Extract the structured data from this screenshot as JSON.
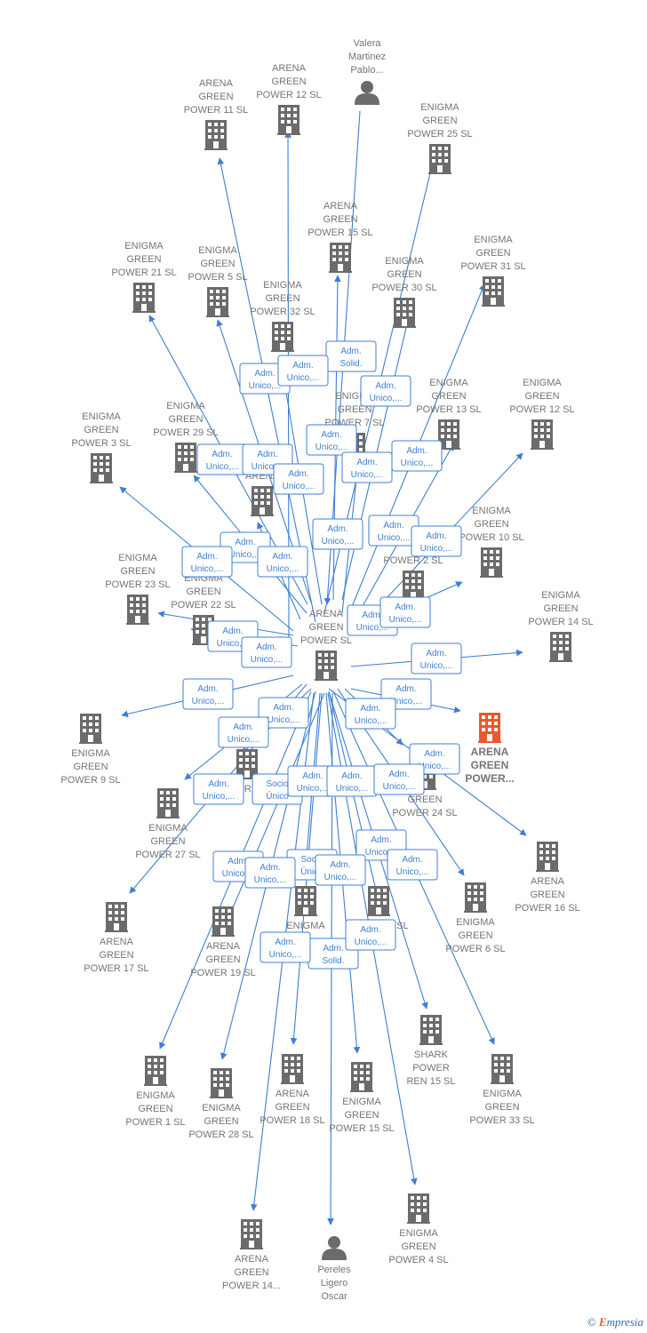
{
  "colors": {
    "edge": "#3d7fd9",
    "node": "#6b6b6b",
    "highlight": "#f0562b",
    "label": "#757575"
  },
  "center": {
    "id": "center",
    "label": [
      "ARENA",
      "GREEN",
      "POWER  SL"
    ],
    "icon": "building-icon"
  },
  "nodes": [
    {
      "id": "valera",
      "type": "person",
      "label": [
        "Valera",
        "Martinez",
        "Pablo..."
      ]
    },
    {
      "id": "agp12",
      "type": "company",
      "label": [
        "ARENA",
        "GREEN",
        "POWER 12  SL"
      ]
    },
    {
      "id": "agp11",
      "type": "company",
      "label": [
        "ARENA",
        "GREEN",
        "POWER 11  SL"
      ]
    },
    {
      "id": "egp25",
      "type": "company",
      "label": [
        "ENIGMA",
        "GREEN",
        "POWER 25  SL"
      ]
    },
    {
      "id": "agp15",
      "type": "company",
      "label": [
        "ARENA",
        "GREEN",
        "POWER 15  SL"
      ]
    },
    {
      "id": "egp21",
      "type": "company",
      "label": [
        "ENIGMA",
        "GREEN",
        "POWER 21  SL"
      ]
    },
    {
      "id": "egp5",
      "type": "company",
      "label": [
        "ENIGMA",
        "GREEN",
        "POWER 5  SL"
      ]
    },
    {
      "id": "egp32",
      "type": "company",
      "label": [
        "ENIGMA",
        "GREEN",
        "POWER 32  SL"
      ]
    },
    {
      "id": "egp30",
      "type": "company",
      "label": [
        "ENIGMA",
        "GREEN",
        "POWER 30  SL"
      ]
    },
    {
      "id": "egp31",
      "type": "company",
      "label": [
        "ENIGMA",
        "GREEN",
        "POWER 31  SL"
      ]
    },
    {
      "id": "egp7",
      "type": "company",
      "label": [
        "ENIGMA",
        "GREEN",
        "POWER 7  SL"
      ]
    },
    {
      "id": "egp13",
      "type": "company",
      "label": [
        "ENIGMA",
        "GREEN",
        "POWER 13  SL"
      ]
    },
    {
      "id": "egp12",
      "type": "company",
      "label": [
        "ENIGMA",
        "GREEN",
        "POWER 12  SL"
      ]
    },
    {
      "id": "egp29",
      "type": "company",
      "label": [
        "ENIGMA",
        "GREEN",
        "POWER 29  SL"
      ]
    },
    {
      "id": "egp3",
      "type": "company",
      "label": [
        "ENIGMA",
        "GREEN",
        "POWER 3  SL"
      ]
    },
    {
      "id": "arena_x",
      "type": "company",
      "label": [
        "ARENA"
      ]
    },
    {
      "id": "egp10",
      "type": "company",
      "label": [
        "ENIGMA",
        "GREEN",
        "POWER 10  SL"
      ]
    },
    {
      "id": "egp2",
      "type": "company",
      "label": [
        "POWER 2  SL"
      ]
    },
    {
      "id": "egp23",
      "type": "company",
      "label": [
        "ENIGMA",
        "GREEN",
        "POWER 23  SL"
      ]
    },
    {
      "id": "egp22",
      "type": "company",
      "label": [
        "ENIGMA",
        "GREEN",
        "POWER 22  SL"
      ]
    },
    {
      "id": "egp14",
      "type": "company",
      "label": [
        "ENIGMA",
        "GREEN",
        "POWER 14  SL"
      ]
    },
    {
      "id": "egp9",
      "type": "company",
      "label": [
        "ENIGMA",
        "GREEN",
        "POWER 9  SL"
      ]
    },
    {
      "id": "agp_hl",
      "type": "company",
      "highlight": true,
      "label": [
        "ARENA",
        "GREEN",
        "POWER..."
      ]
    },
    {
      "id": "egp26",
      "type": "company",
      "label": [
        "POWER 26  SL"
      ]
    },
    {
      "id": "egp24",
      "type": "company",
      "label": [
        "GREEN",
        "POWER 24  SL"
      ]
    },
    {
      "id": "egp27",
      "type": "company",
      "label": [
        "ENIGMA",
        "GREEN",
        "POWER 27  SL"
      ]
    },
    {
      "id": "agp16",
      "type": "company",
      "label": [
        "ARENA",
        "GREEN",
        "POWER 16  SL"
      ]
    },
    {
      "id": "agp17",
      "type": "company",
      "label": [
        "ARENA",
        "GREEN",
        "POWER 17  SL"
      ]
    },
    {
      "id": "agp19",
      "type": "company",
      "label": [
        "ARENA",
        "GREEN",
        "POWER 19  SL"
      ]
    },
    {
      "id": "enigma_x",
      "type": "company",
      "label": [
        "ENIGMA"
      ]
    },
    {
      "id": "egp8",
      "type": "company",
      "label": [
        "POWER 8  SL"
      ]
    },
    {
      "id": "egp6",
      "type": "company",
      "label": [
        "ENIGMA",
        "GREEN",
        "POWER 6  SL"
      ]
    },
    {
      "id": "shark15",
      "type": "company",
      "label": [
        "SHARK",
        "POWER",
        "REN 15  SL"
      ]
    },
    {
      "id": "egp1",
      "type": "company",
      "label": [
        "ENIGMA",
        "GREEN",
        "POWER 1  SL"
      ]
    },
    {
      "id": "egp28",
      "type": "company",
      "label": [
        "ENIGMA",
        "GREEN",
        "POWER 28  SL"
      ]
    },
    {
      "id": "agp18",
      "type": "company",
      "label": [
        "ARENA",
        "GREEN",
        "POWER 18  SL"
      ]
    },
    {
      "id": "egp15",
      "type": "company",
      "label": [
        "ENIGMA",
        "GREEN",
        "POWER 15  SL"
      ]
    },
    {
      "id": "egp33",
      "type": "company",
      "label": [
        "ENIGMA",
        "GREEN",
        "POWER 33  SL"
      ]
    },
    {
      "id": "agp14",
      "type": "company",
      "label": [
        "ARENA",
        "GREEN",
        "POWER 14..."
      ]
    },
    {
      "id": "pereles",
      "type": "person",
      "label": [
        "Pereles",
        "Ligero",
        "Oscar"
      ]
    },
    {
      "id": "egp4",
      "type": "company",
      "label": [
        "ENIGMA",
        "GREEN",
        "POWER 4  SL"
      ]
    }
  ],
  "edge_labels": [
    {
      "id": "e1",
      "text": [
        "Adm.",
        "Solid."
      ]
    },
    {
      "id": "e2",
      "text": [
        "Adm.",
        "Unico,..."
      ]
    },
    {
      "id": "e3",
      "text": [
        "Adm.",
        "Unico,..."
      ]
    },
    {
      "id": "e4",
      "text": [
        "Adm.",
        "Unico,..."
      ]
    },
    {
      "id": "e5",
      "text": [
        "Adm.",
        "Unico,..."
      ]
    },
    {
      "id": "e6",
      "text": [
        "Adm.",
        "Unico,..."
      ]
    },
    {
      "id": "e7",
      "text": [
        "Adm.",
        "Unico,..."
      ]
    },
    {
      "id": "e8",
      "text": [
        "Adm.",
        "Unico,..."
      ]
    },
    {
      "id": "e9",
      "text": [
        "Adm.",
        "Unico,..."
      ]
    },
    {
      "id": "e10",
      "text": [
        "Adm.",
        "Unico,..."
      ]
    },
    {
      "id": "e11",
      "text": [
        "Adm.",
        "Unico,..."
      ]
    },
    {
      "id": "e12",
      "text": [
        "Adm.",
        "Unico,..."
      ]
    },
    {
      "id": "e13",
      "text": [
        "Adm.",
        "Unico,..."
      ]
    },
    {
      "id": "e14",
      "text": [
        "Adm.",
        "Unico,..."
      ]
    },
    {
      "id": "e15",
      "text": [
        "Adm.",
        "Unico,..."
      ]
    },
    {
      "id": "e16",
      "text": [
        "Adm.",
        "Unico,..."
      ]
    },
    {
      "id": "e17",
      "text": [
        "Adm.",
        "Unico,..."
      ]
    },
    {
      "id": "e18",
      "text": [
        "Adm.",
        "Unico,..."
      ]
    },
    {
      "id": "e19",
      "text": [
        "Adm.",
        "Unico,..."
      ]
    },
    {
      "id": "e20",
      "text": [
        "Adm.",
        "Unico,..."
      ]
    },
    {
      "id": "e21",
      "text": [
        "Adm.",
        "Unico,..."
      ]
    },
    {
      "id": "e22",
      "text": [
        "Adm.",
        "Unico,..."
      ]
    },
    {
      "id": "e23",
      "text": [
        "Adm.",
        "Unico,..."
      ]
    },
    {
      "id": "e24",
      "text": [
        "Adm.",
        "Unico,..."
      ]
    },
    {
      "id": "e25",
      "text": [
        "Adm.",
        "Unico,..."
      ]
    },
    {
      "id": "e26",
      "text": [
        "Adm.",
        "Unico,..."
      ]
    },
    {
      "id": "e27",
      "text": [
        "Socio",
        "Único"
      ]
    },
    {
      "id": "e28",
      "text": [
        "Adm.",
        "Unico,..."
      ]
    },
    {
      "id": "e29",
      "text": [
        "Adm.",
        "Unico,..."
      ]
    },
    {
      "id": "e30",
      "text": [
        "Adm.",
        "Unico,..."
      ]
    },
    {
      "id": "e31",
      "text": [
        "Adm.",
        "Unico,..."
      ]
    },
    {
      "id": "e32",
      "text": [
        "Adm.",
        "Unico,..."
      ]
    },
    {
      "id": "e33",
      "text": [
        "Adm.",
        "Unico,..."
      ]
    },
    {
      "id": "e34",
      "text": [
        "Socio",
        "Único"
      ]
    },
    {
      "id": "e35",
      "text": [
        "Adm.",
        "Unico,..."
      ]
    },
    {
      "id": "e36",
      "text": [
        "Adm.",
        "Unico,..."
      ]
    },
    {
      "id": "e37",
      "text": [
        "Adm.",
        "Unico,..."
      ]
    },
    {
      "id": "e38",
      "text": [
        "Adm.",
        "Unico,..."
      ]
    },
    {
      "id": "e39",
      "text": [
        "Adm.",
        "Solid."
      ]
    },
    {
      "id": "e40",
      "text": [
        "Adm.",
        "Unico,..."
      ]
    },
    {
      "id": "e41",
      "text": [
        "Adm.",
        "Unico,..."
      ]
    },
    {
      "id": "e42",
      "text": [
        "Adm.",
        "Unico,..."
      ]
    },
    {
      "id": "e43",
      "text": [
        "Adm.",
        "Unico,..."
      ]
    }
  ],
  "footer": {
    "copyright": "©",
    "brand_initial": "E",
    "brand_rest": "mpresia"
  }
}
